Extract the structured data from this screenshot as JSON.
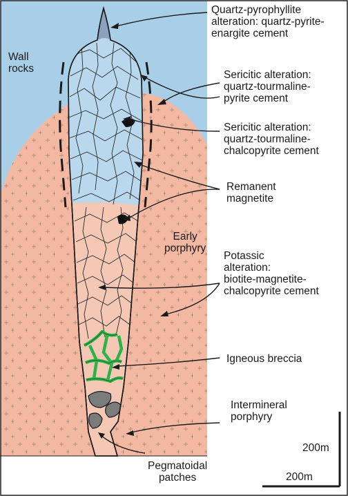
{
  "labels": {
    "quartz_pyrophyllite": "Quartz-pyrophyllite\nalteration: quartz-pyrite-\nenargite cement",
    "sericitic_tourmaline_pyrite": "Sericitic alteration:\nquartz-tourmaline-\npyrite cement",
    "sericitic_tourmaline_chalcopyrite": "Sericitic alteration:\nquartz-tourmaline-\nchalcopyrite cement",
    "wall_rocks": "Wall\nrocks",
    "remanent_magnetite": "Remanent\nmagnetite",
    "early_porphyry": "Early\nporphyry",
    "potassic": "Potassic\nalteration:\nbiotite-magnetite-\nchalcopyrite cement",
    "igneous_breccia": "Igneous breccia",
    "intermineral_porphyry": "Intermineral\nporphyry",
    "pegmatoidal_patches": "Pegmatoidal\npatches"
  },
  "scale": {
    "vertical": "200m",
    "horizontal": "200m"
  },
  "colors": {
    "sky_wallrock": "#a9cfe8",
    "porphyry": "#f2b8a2",
    "breccia_upper": "#b9d8ee",
    "breccia_lower": "#f5c8b6",
    "green_vein": "#2db34a",
    "pegmatoid": "#7b7b7b"
  }
}
